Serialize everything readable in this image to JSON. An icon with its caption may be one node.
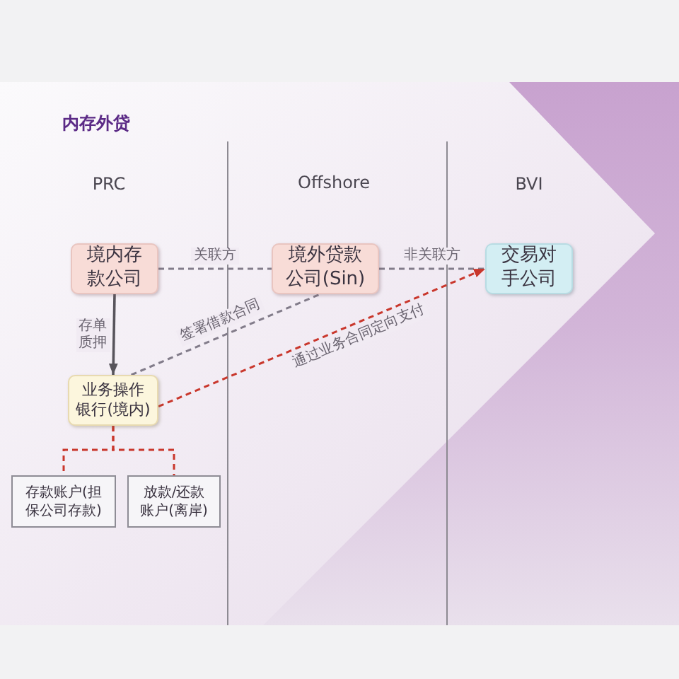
{
  "diagram": {
    "title": "内存外贷",
    "nodes": [
      {
        "text": [
          "境内存款公司"
        ]
      },
      {
        "text": [
          "境外贷款公司(Sin)"
        ]
      },
      {
        "text": [
          "交易对手公司"
        ]
      },
      {
        "text": [
          "业务操作银行(境内)"
        ]
      },
      {
        "text": [
          "存款账户(担保公司存款)"
        ]
      },
      {
        "text": [
          "放款/还款账户(离岸)"
        ]
      }
    ],
    "edges": [
      {
        "from": 0,
        "to": 1,
        "arrow": "none",
        "label": "关联方",
        "style": "dashed"
      },
      {
        "from": 1,
        "to": 2,
        "arrow": "none",
        "label": "非关联方",
        "style": "dashed"
      },
      {
        "from": 0,
        "to": 3,
        "arrow": "to",
        "label": "存单质押",
        "color": "#58555c"
      },
      {
        "from": 3,
        "to": 1,
        "arrow": "none",
        "label": "签署借款合同",
        "style": "dashed"
      },
      {
        "from": 3,
        "to": 2,
        "arrow": "to",
        "label": "通过业务合同定向支付",
        "style": "dashed",
        "color": "#c9372c"
      },
      {
        "from": 3,
        "to": 4,
        "arrow": "none",
        "style": "dashed",
        "color": "#c9372c"
      },
      {
        "from": 3,
        "to": 5,
        "arrow": "none",
        "style": "dashed",
        "color": "#c9372c"
      }
    ],
    "labels": [
      "PRC",
      "Offshore",
      "BVI"
    ]
  }
}
